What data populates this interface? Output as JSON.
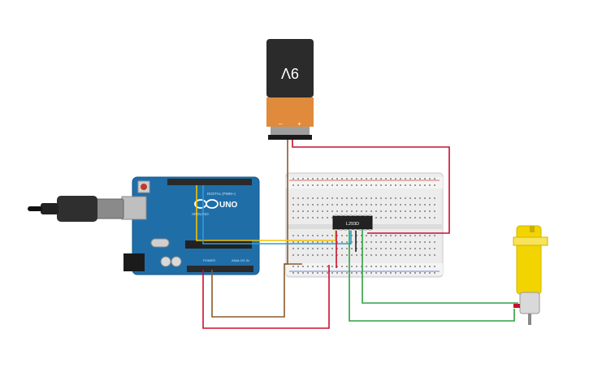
{
  "battery": {
    "voltage": "9V",
    "minus": "–",
    "plus": "+"
  },
  "arduino": {
    "brand": "ARDUINO",
    "model": "UNO",
    "digital_label": "DIGITAL (PWM~)",
    "power_label": "POWER",
    "analog_label": "ANALOG IN"
  },
  "driver": {
    "label": "L293D"
  },
  "colors": {
    "board": "#1f6ea8",
    "battery_top": "#2b2b2b",
    "battery_bottom": "#e08a3c",
    "motor": "#f2d400",
    "wire_red": "#c8102e",
    "wire_brown": "#8b5a2b",
    "wire_green": "#2ea043",
    "wire_yellow": "#f2c200",
    "wire_blue": "#2a9fd6",
    "breadboard": "#eceeee"
  },
  "icons": {
    "usb_cable": "usb-cable-icon",
    "motor": "dc-motor-icon",
    "logo": "arduino-infinity-logo"
  }
}
